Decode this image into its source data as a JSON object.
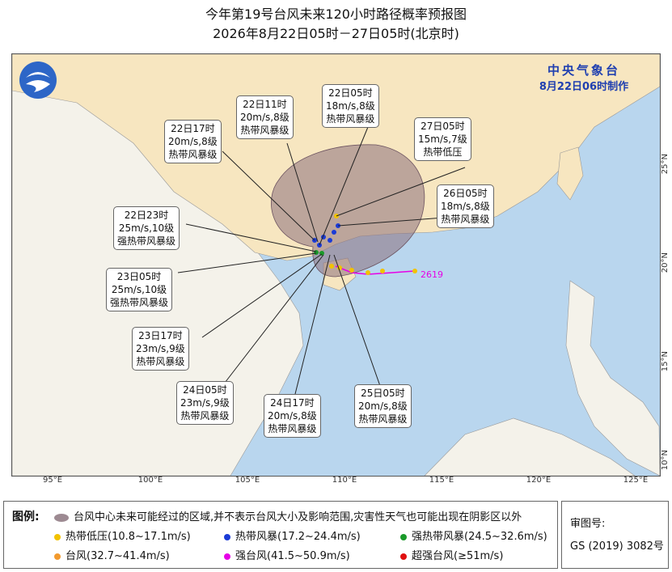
{
  "title": {
    "line1": "今年第19号台风未来120小时路径概率预报图",
    "line2": "2026年8月22日05时－27日05时(北京时)"
  },
  "agency": {
    "name": "中央气象台",
    "issue_time": "8月22日06时制作"
  },
  "track_id": "2619",
  "callouts": [
    {
      "id": "22-05",
      "time": "22日05时",
      "wind": "18m/s,8级",
      "grade": "热带风暴级"
    },
    {
      "id": "22-11",
      "time": "22日11时",
      "wind": "20m/s,8级",
      "grade": "热带风暴级"
    },
    {
      "id": "22-17",
      "time": "22日17时",
      "wind": "20m/s,8级",
      "grade": "热带风暴级"
    },
    {
      "id": "22-23",
      "time": "22日23时",
      "wind": "25m/s,10级",
      "grade": "强热带风暴级"
    },
    {
      "id": "23-05",
      "time": "23日05时",
      "wind": "25m/s,10级",
      "grade": "强热带风暴级"
    },
    {
      "id": "23-17",
      "time": "23日17时",
      "wind": "23m/s,9级",
      "grade": "热带风暴级"
    },
    {
      "id": "24-05",
      "time": "24日05时",
      "wind": "23m/s,9级",
      "grade": "热带风暴级"
    },
    {
      "id": "24-17",
      "time": "24日17时",
      "wind": "20m/s,8级",
      "grade": "热带风暴级"
    },
    {
      "id": "25-05",
      "time": "25日05时",
      "wind": "20m/s,8级",
      "grade": "热带风暴级"
    },
    {
      "id": "26-05",
      "time": "26日05时",
      "wind": "18m/s,8级",
      "grade": "热带风暴级"
    },
    {
      "id": "27-05",
      "time": "27日05时",
      "wind": "15m/s,7级",
      "grade": "热带低压"
    }
  ],
  "longitude_labels": [
    "95°E",
    "100°E",
    "105°E",
    "110°E",
    "115°E",
    "120°E",
    "125°E"
  ],
  "latitude_labels": [
    "25°N",
    "20°N",
    "15°N",
    "10°N"
  ],
  "legend": {
    "title": "图例:",
    "cone_text": "台风中心未来可能经过的区域,并不表示台风大小及影响范围,灾害性天气也可能出现在阴影区以外",
    "items": [
      {
        "label": "热带低压(10.8~17.1m/s)",
        "color": "#f2c200"
      },
      {
        "label": "热带风暴(17.2~24.4m/s)",
        "color": "#1b3bd6"
      },
      {
        "label": "强热带风暴(24.5~32.6m/s)",
        "color": "#1a9a2a"
      },
      {
        "label": "台风(32.7~41.4m/s)",
        "color": "#f29a2e"
      },
      {
        "label": "强台风(41.5~50.9m/s)",
        "color": "#e600e6"
      },
      {
        "label": "超强台风(≥51m/s)",
        "color": "#e01010"
      }
    ]
  },
  "review": {
    "label": "审图号:",
    "number": "GS (2019) 3082号"
  },
  "colors": {
    "sea": "#b9d6ee",
    "china_land": "#f7e6c0",
    "other_land": "#f4f2ea",
    "cone": "#8c6f7b"
  }
}
